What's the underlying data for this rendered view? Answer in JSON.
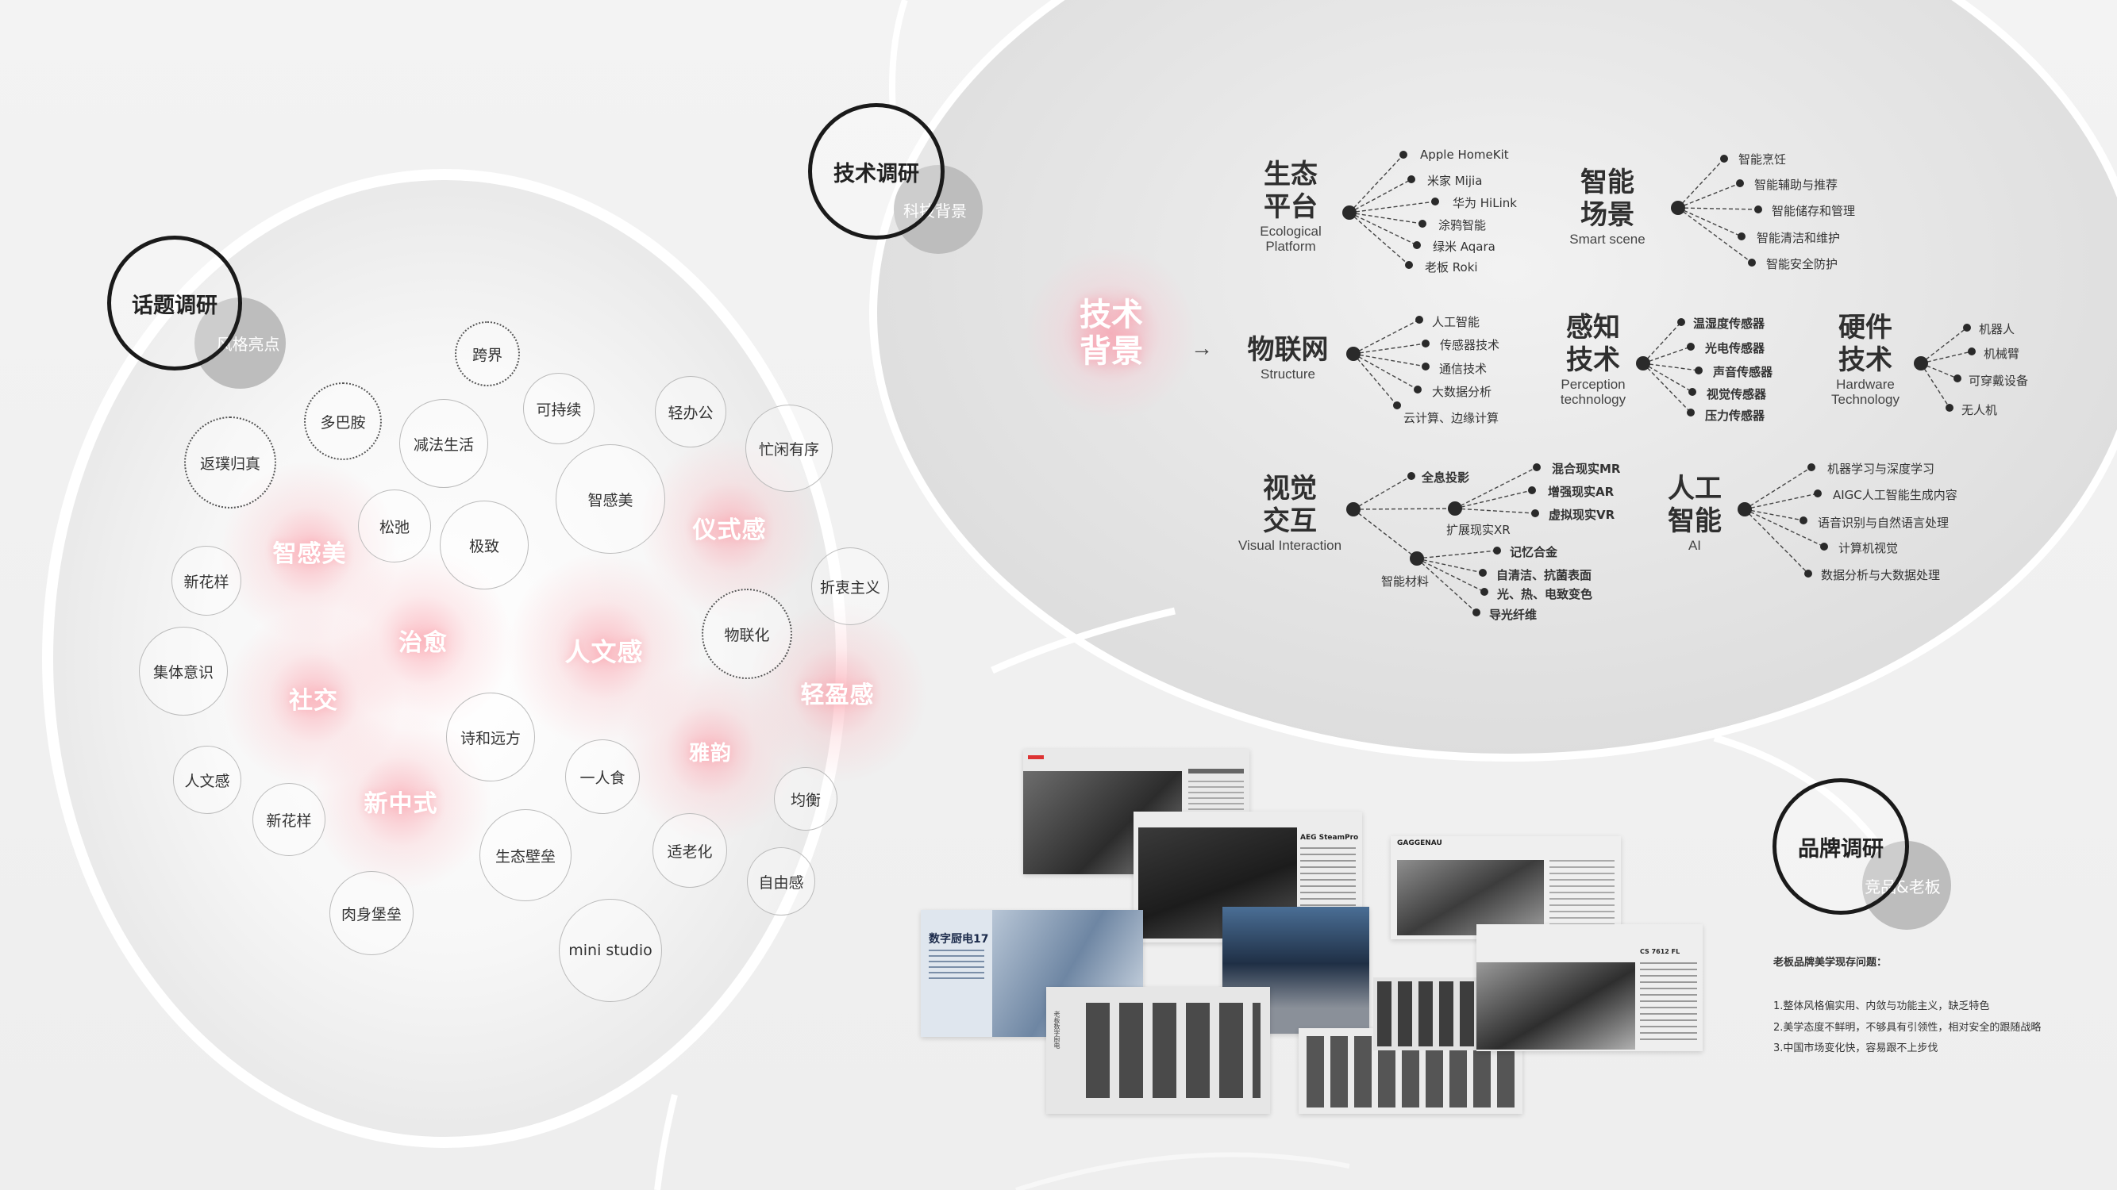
{
  "topic": {
    "title": "话题调研",
    "tag": "风格亮点",
    "keywords": [
      "跨界",
      "多巴胺",
      "可持续",
      "轻办公",
      "减法生活",
      "返璞归真",
      "忙闲有序",
      "松弛",
      "智感美",
      "极致",
      "新花样",
      "折衷主义",
      "物联化",
      "集体意识",
      "诗和远方",
      "一人食",
      "人文感",
      "均衡",
      "新花样",
      "生态壁垒",
      "适老化",
      "自由感",
      "肉身堡垒",
      "mini studio"
    ],
    "highlights": [
      "智感美",
      "仪式感",
      "治愈",
      "人文感",
      "社交",
      "轻盈感",
      "雅韵",
      "新中式"
    ]
  },
  "tech": {
    "title": "技术调研",
    "tag": "科技背景",
    "center": "技术\n背景",
    "arrow": "→",
    "groups": {
      "eco": {
        "zh": "生态\n平台",
        "en": "Ecological\nPlatform",
        "items": [
          "Apple HomeKit",
          "米家 Mijia",
          "华为 HiLink",
          "涂鸦智能",
          "绿米 Aqara",
          "老板 Roki"
        ]
      },
      "smart": {
        "zh": "智能\n场景",
        "en": "Smart scene",
        "items": [
          "智能烹饪",
          "智能辅助与推荐",
          "智能储存和管理",
          "智能清洁和维护",
          "智能安全防护"
        ]
      },
      "iot": {
        "zh": "物联网",
        "en": "Structure",
        "items": [
          "人工智能",
          "传感器技术",
          "通信技术",
          "大数据分析",
          "云计算、边缘计算"
        ]
      },
      "perception": {
        "zh": "感知\n技术",
        "en": "Perception\ntechnology",
        "items": [
          "温湿度传感器",
          "光电传感器",
          "声音传感器",
          "视觉传感器",
          "压力传感器"
        ]
      },
      "hardware": {
        "zh": "硬件\n技术",
        "en": "Hardware\nTechnology",
        "items": [
          "机器人",
          "机械臂",
          "可穿戴设备",
          "无人机"
        ]
      },
      "visual": {
        "zh": "视觉\n交互",
        "en": "Visual Interaction",
        "branches": [
          "全息投影",
          "扩展现实XR",
          "智能材料"
        ],
        "xr": [
          "混合现实MR",
          "增强现实AR",
          "虚拟现实VR"
        ],
        "materials": [
          "记忆合金",
          "自清洁、抗菌表面",
          "光、热、电致变色",
          "导光纤维"
        ]
      },
      "ai": {
        "zh": "人工\n智能",
        "en": "AI",
        "items": [
          "机器学习与深度学习",
          "AIGC人工智能生成内容",
          "语音识别与自然语言处理",
          "计算机视觉",
          "数据分析与大数据处理"
        ]
      }
    }
  },
  "brand": {
    "title": "品牌调研",
    "tag": "竞品&老板",
    "heading": "老板品牌美学现存问题：",
    "issues": [
      "1.整体风格偏实用、内敛与功能主义，缺乏特色",
      "2.美学态度不鲜明，不够具有引领性，相对安全的跟随战略",
      "3.中国市场变化快，容易跟不上步伐"
    ],
    "collage_texts": [
      "数字厨电17",
      "AEG SteamPro",
      "GAGGENAU",
      "CS 7612 FL",
      "老板数字厨电"
    ]
  },
  "colors": {
    "accent_pink": "#f4a7b0",
    "ring": "#1a1a1a",
    "tag_grey": "#bdbdbd",
    "bg": "#efefef"
  }
}
